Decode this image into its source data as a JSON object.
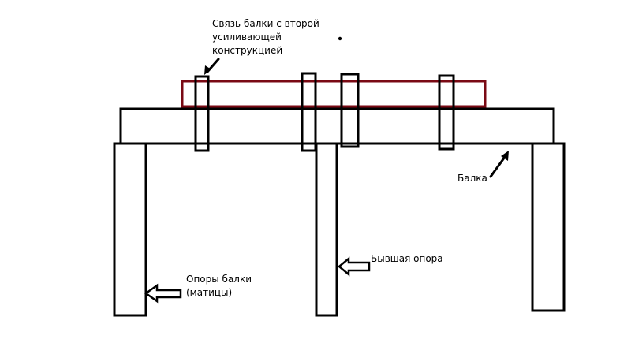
{
  "labels": {
    "beam_connection": [
      "Связь балки с второй",
      "усиливающей",
      "конструкцией"
    ],
    "beam": "Балка",
    "former_support": "Бывшая опора",
    "beam_supports": [
      "Опоры балки",
      "(матицы)"
    ]
  },
  "colors": {
    "outline": "#000000",
    "reinforcement": "#7a0a14",
    "background": "#ffffff"
  }
}
